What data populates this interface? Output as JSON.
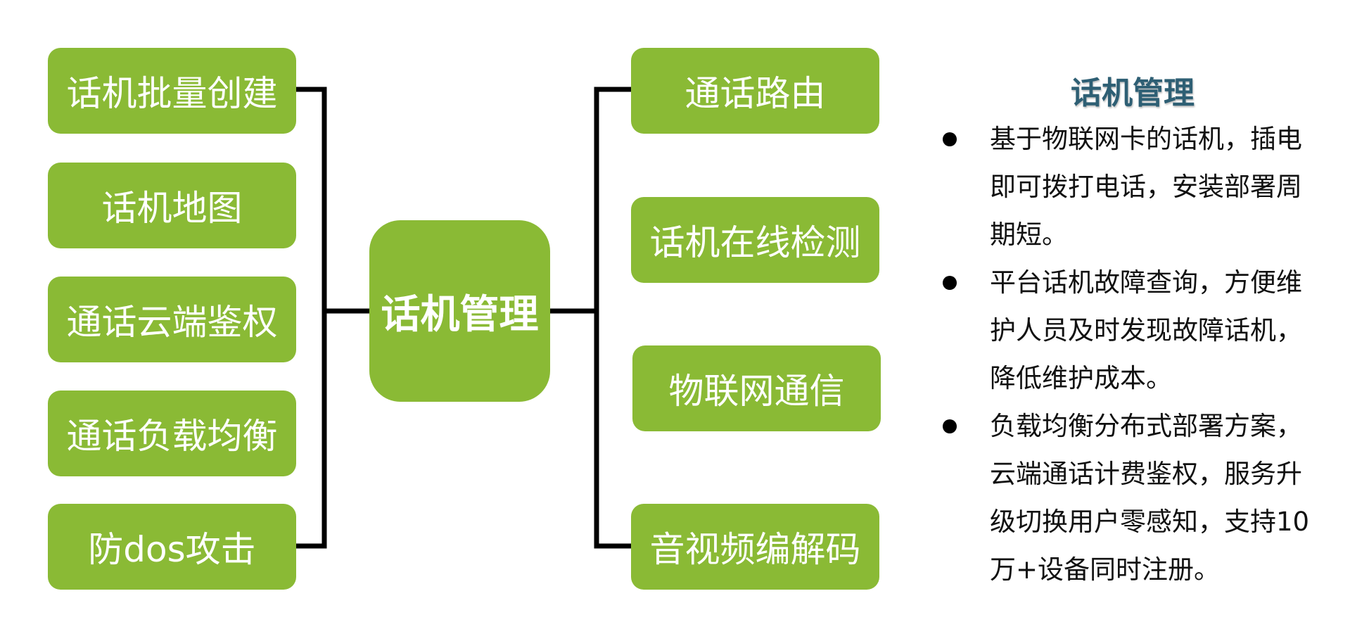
{
  "diagram": {
    "center": {
      "label": "话机管理"
    },
    "left_nodes": [
      {
        "label": "话机批量创建"
      },
      {
        "label": "话机地图"
      },
      {
        "label": "通话云端鉴权"
      },
      {
        "label": "通话负载均衡"
      },
      {
        "label": "防dos攻击"
      }
    ],
    "right_nodes": [
      {
        "label": "通话路由"
      },
      {
        "label": "话机在线检测"
      },
      {
        "label": "物联网通信"
      },
      {
        "label": "音视频编解码"
      }
    ],
    "colors": {
      "node_fill": "#8aba35",
      "node_text": "#ffffff",
      "connector": "#000000",
      "title": "#2e5f74"
    }
  },
  "sidebar": {
    "title": "话机管理",
    "bullets": [
      {
        "text": "基于物联网卡的话机，插电即可拨打电话，安装部署周期短。"
      },
      {
        "text": "平台话机故障查询，方便维护人员及时发现故障话机，降低维护成本。"
      },
      {
        "text": "负载均衡分布式部署方案，云端通话计费鉴权，服务升级切换用户零感知，支持10万+设备同时注册。"
      }
    ]
  }
}
